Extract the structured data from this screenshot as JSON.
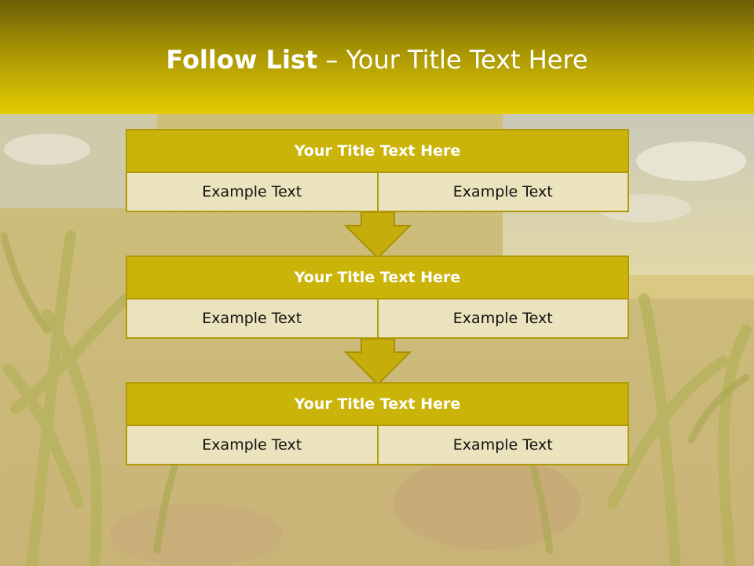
{
  "header": {
    "title_bold": "Follow List",
    "title_rest": " – Your Title Text Here"
  },
  "blocks": [
    {
      "title": "Your Title Text Here",
      "left": "Example Text",
      "right": "Example Text"
    },
    {
      "title": "Your Title Text Here",
      "left": "Example Text",
      "right": "Example Text"
    },
    {
      "title": "Your Title Text Here",
      "left": "Example Text",
      "right": "Example Text"
    }
  ],
  "colors": {
    "header_top": "#6b5e05",
    "header_bottom": "#e3cc02",
    "title_bar": "#cbb40a",
    "cell_bg": "#ebe3bd",
    "border": "#b19a06",
    "arrow": "#c5ad0c"
  },
  "background_image": "cornfield-photo"
}
